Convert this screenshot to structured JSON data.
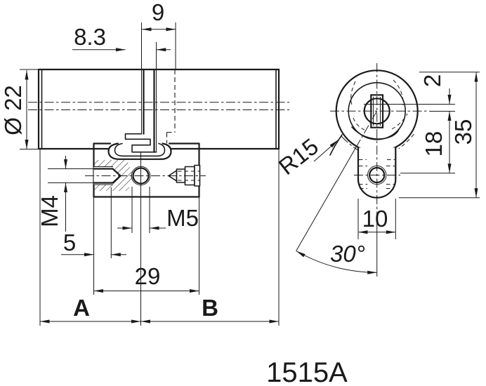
{
  "part_label": "1515A",
  "side_view": {
    "dim_9": "9",
    "dim_8_3": "8.3",
    "dim_diameter": "Ø 22",
    "dim_m4": "M4",
    "dim_5": "5",
    "dim_m5": "M5",
    "dim_29": "29",
    "label_a": "A",
    "label_b": "B"
  },
  "end_view": {
    "dim_r15": "R15",
    "dim_30deg": "30°",
    "dim_2": "2",
    "dim_18": "18",
    "dim_35": "35",
    "dim_10": "10"
  },
  "colors": {
    "line": "#1a1a1a",
    "background": "#ffffff"
  }
}
